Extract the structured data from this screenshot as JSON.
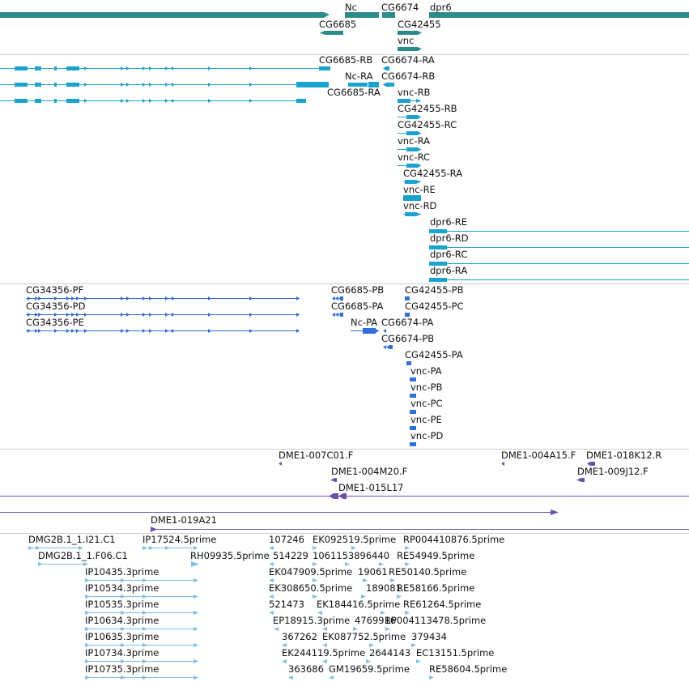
{
  "colors": {
    "teal": "#2e8b8b",
    "cyan": "#1ba3cf",
    "blue": "#2f6fd6",
    "purple": "#6b4fae",
    "lightblue": "#82bde6",
    "divider": "#cccccc"
  },
  "tracks": {
    "genes": {
      "labels": [
        "Nc",
        "CG6674",
        "dpr6",
        "CG6685",
        "CG42455",
        "vnc"
      ]
    },
    "transcripts": {
      "labels": [
        "CG6685-RB",
        "CG6674-RA",
        "Nc-RA",
        "CG6674-RB",
        "CG6685-RA",
        "vnc-RB",
        "CG42455-RB",
        "CG42455-RC",
        "vnc-RA",
        "vnc-RC",
        "CG42455-RA",
        "vnc-RE",
        "vnc-RD",
        "dpr6-RE",
        "dpr6-RD",
        "dpr6-RC",
        "dpr6-RA"
      ]
    },
    "proteins": {
      "labels": [
        "CG34356-PF",
        "CG34356-PD",
        "CG34356-PE",
        "CG6685-PB",
        "CG6685-PA",
        "Nc-PA",
        "CG6674-PA",
        "CG6674-PB",
        "CG42455-PB",
        "CG42455-PC",
        "CG42455-PA",
        "vnc-PA",
        "vnc-PB",
        "vnc-PC",
        "vnc-PE",
        "vnc-PD"
      ]
    },
    "clones": {
      "labels": [
        "DME1-007C01.F",
        "DME1-004A15.F",
        "DME1-018K12.R",
        "DME1-004M20.F",
        "DME1-009J12.F",
        "DME1-015L17",
        "DME1-019A21"
      ]
    },
    "ests": {
      "labels": [
        "DMG2B.1_1.I21.C1",
        "IP17524.5prime",
        "107246",
        "EK092519.5prime",
        "RP004410876.5prime",
        "DMG2B.1_1.F06.C1",
        "RH09935.5prime",
        "514229",
        "1061153896440",
        "RE54949.5prime",
        "IP10435.3prime",
        "EK047909.5prime",
        "19061",
        "RE50140.5prime",
        "IP10534.3prime",
        "EK308650.5prime",
        "189081",
        "RE58166.5prime",
        "IP10535.3prime",
        "521473",
        "EK184416.5prime",
        "RE61264.5prime",
        "IP10634.3prime",
        "EP18915.3prime",
        "4769916",
        "RP004113478.5prime",
        "IP10635.3prime",
        "367262",
        "EK087752.5prime",
        "379434",
        "IP10734.3prime",
        "EK244119.5prime",
        "2644143",
        "EC13151.5prime",
        "IP10735.3prime",
        "363686",
        "GM19659.5prime",
        "RE58604.5prime"
      ]
    }
  }
}
